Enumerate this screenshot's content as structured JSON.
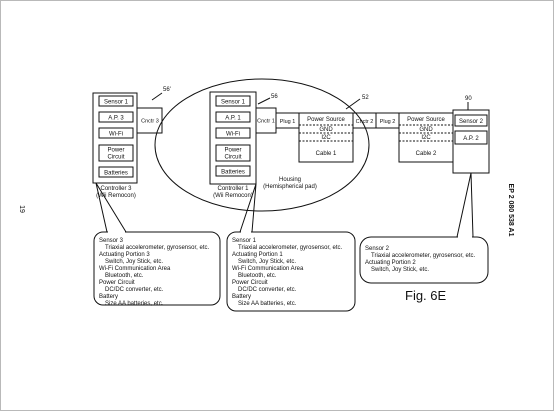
{
  "page_number": "19",
  "patent_id": "EP 2 080 538 A1",
  "figure_label": "Fig. 6E",
  "refs": {
    "controller3": "56'",
    "controller1": "56",
    "cable": "52",
    "sensor2_unit": "90"
  },
  "controller3": {
    "sensor": "Sensor 1",
    "ap": "A.P. 3",
    "wifi": "Wi-Fi",
    "power_line1": "Power",
    "power_line2": "Circuit",
    "batteries": "Batteries",
    "cnctr": "Cnctr 3",
    "caption_line1": "Controller 3",
    "caption_line2": "(Wii Remocon)"
  },
  "controller1": {
    "sensor": "Sensor 1",
    "ap": "A.P. 1",
    "wifi": "Wi-Fi",
    "power_line1": "Power",
    "power_line2": "Circuit",
    "batteries": "Batteries",
    "cnctr": "Cnctr 1",
    "caption_line1": "Controller 1",
    "caption_line2": "(Wii Remocon)"
  },
  "housing_line1": "Housing",
  "housing_line2": "(Hemispherical pad)",
  "plug1": "Plug 1",
  "cable1": {
    "power": "Power Source",
    "gnd": "GND",
    "i2c": "I2C",
    "name": "Cable 1"
  },
  "cnctr2": "Cnctr 2",
  "plug2": "Plug 2",
  "cable2": {
    "power": "Power Source",
    "gnd": "GND",
    "i2c": "I2C",
    "name": "Cable 2"
  },
  "sensor2_unit": {
    "sensor": "Sensor 2",
    "ap": "A.P. 2"
  },
  "callout_controller3": [
    "Sensor 3",
    "Triaxial accelerometer, gyrosensor, etc.",
    "Actuating Portion 3",
    "Switch, Joy Stick, etc.",
    "Wi-Fi Communication Area",
    "Bluetooth, etc.",
    "Power Circuit",
    "DC/DC converter, etc.",
    "Battery",
    "Size AA batteries, etc."
  ],
  "callout_controller1": [
    "Sensor 1",
    "Triaxial accelerometer, gyrosensor, etc.",
    "Actuating Portion 1",
    "Switch, Joy Stick, etc.",
    "Wi-Fi Communication Area",
    "Bluetooth, etc.",
    "Power Circuit",
    "DC/DC converter, etc.",
    "Battery",
    "Size AA batteries, etc."
  ],
  "callout_sensor2": [
    "Sensor 2",
    "Triaxial accelerometer, gyrosensor, etc.",
    "Actuating Portion 2",
    "Switch, Joy Stick, etc."
  ]
}
